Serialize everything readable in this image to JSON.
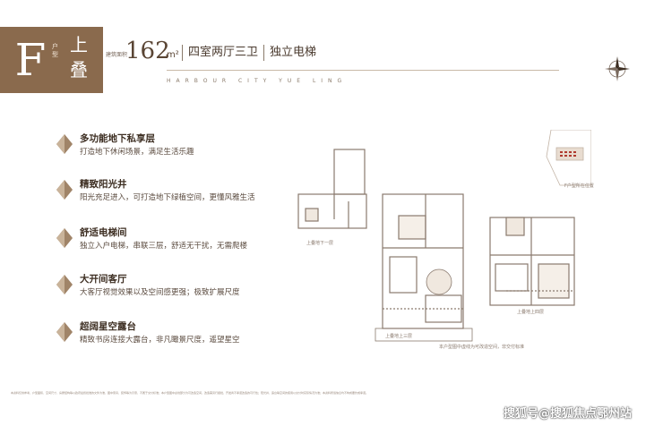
{
  "header": {
    "unit_letter": "F",
    "unit_small_label": "户型",
    "unit_type_line1": "上",
    "unit_type_line2": "叠",
    "area_label": "建筑面积",
    "area_value": "162",
    "area_unit": "m²",
    "layout": "四室两厅三卫",
    "feature": "独立电梯",
    "subtitle": "HARBOUR CITY YUE LING"
  },
  "features": [
    {
      "title": "多功能地下私享层",
      "desc": "打造地下休闲场景，满足生活乐趣"
    },
    {
      "title": "精致阳光井",
      "desc": "阳光充足进入，可打造地下绿植空间，更懂风雅生活"
    },
    {
      "title": "舒适电梯间",
      "desc": "独立入户电梯，串联三层，舒适无干扰，无需爬楼"
    },
    {
      "title": "大开间客厅",
      "desc": "大客厅视觉效果以及空间感更强；极致扩展尺度"
    },
    {
      "title": "超阔星空露台",
      "desc": "精致书房连接大露台，非凡瞰景尺度，遥望星空"
    }
  ],
  "plans": {
    "basement_label": "上叠地下一层",
    "floor3_label": "上叠地上三层",
    "floor4_label": "上叠地上四层",
    "note": "本户型图中虚线为可改造空间，非交付标准",
    "site_label": "F户型所在位置"
  },
  "disclaimer": "本资料仅供参考，户型面积、空间尺寸、房屋结构等以政府最终批准的文件为准，图中家具、装饰等为示意，不属于交付标准；本户型图中虚线部分为可改造空间，改造需另行报批，开发商不承诺改造的可行性；阳光井、露台等空间的使用以交付时实际情况为准；本资料所载信息均不构成要约或承诺。",
  "watermark": "搜狐号@搜狐焦点鄂州站",
  "colors": {
    "brand_brown": "#8a6a4d",
    "text_dark": "#3d2e22"
  }
}
